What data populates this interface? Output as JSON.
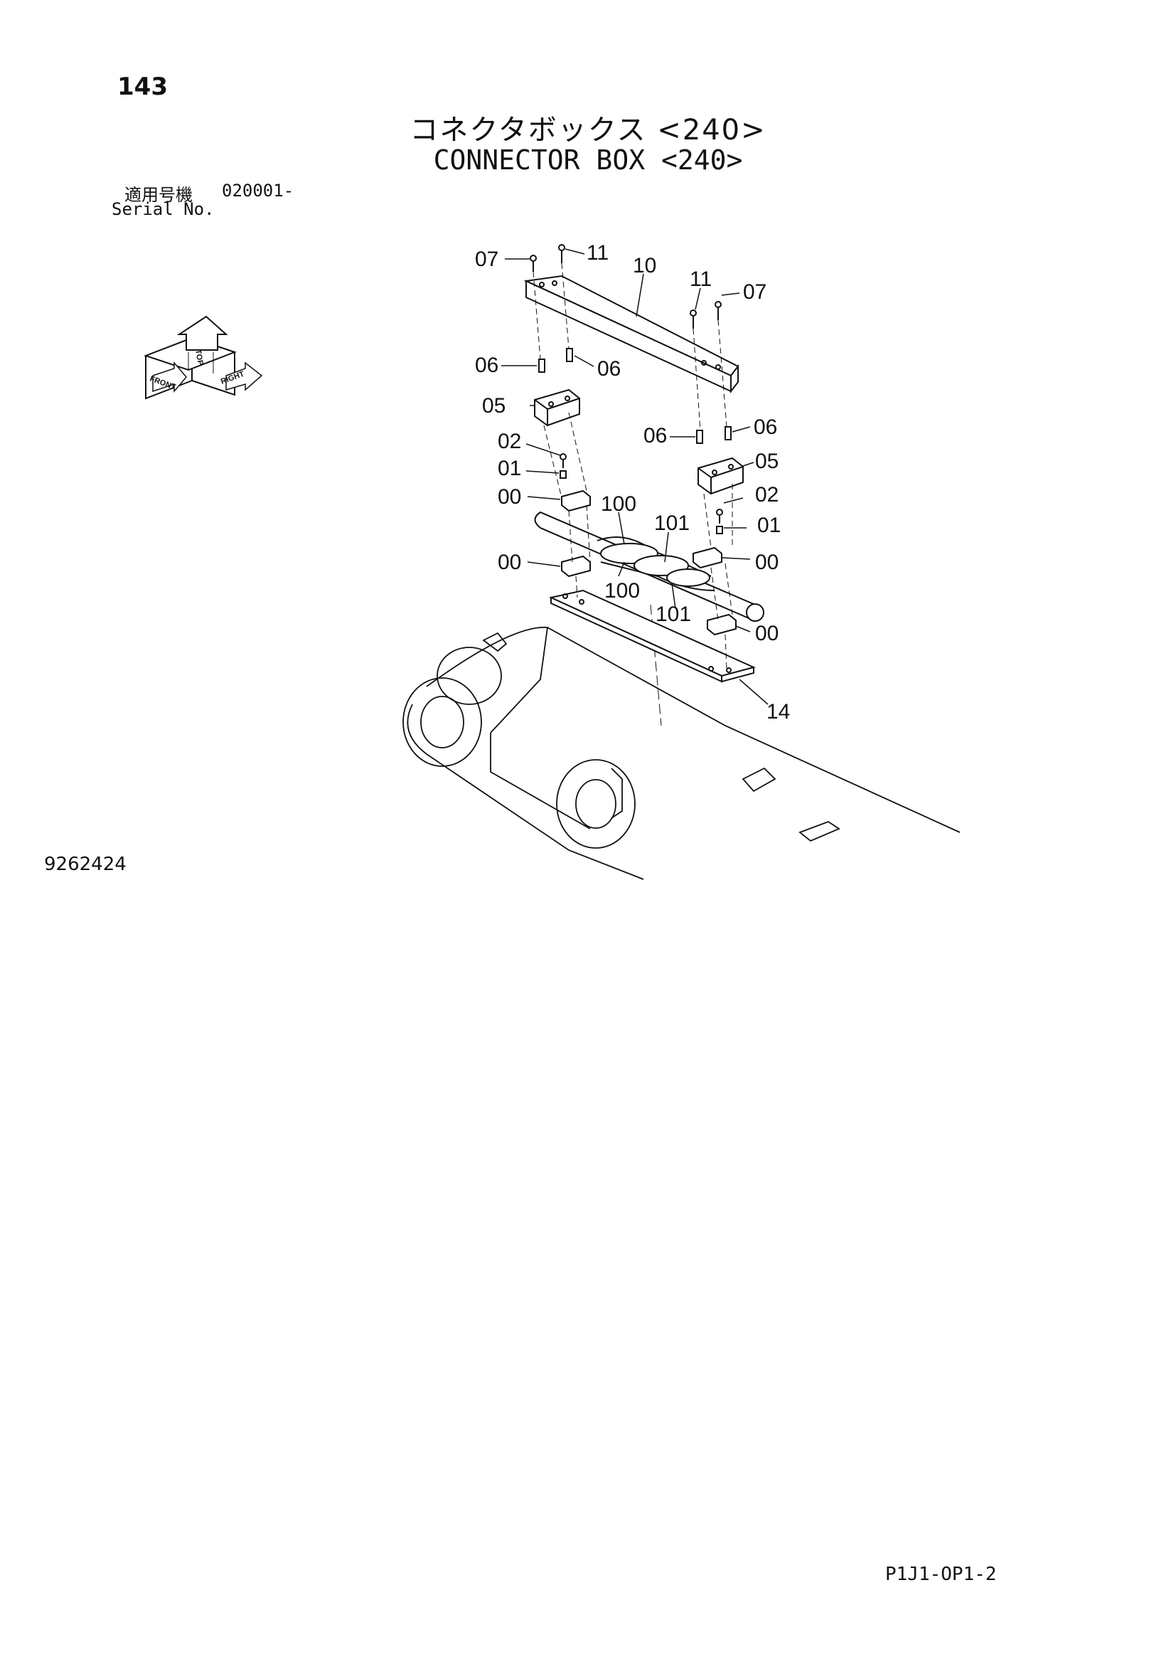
{
  "page_number": "143",
  "title_ja": "コネクタボックス <240>",
  "title_en": "CONNECTOR BOX <240>",
  "serial": {
    "label_ja": "適用号機",
    "value": "020001-",
    "label_en": "Serial No."
  },
  "drawing_number": "9262424",
  "page_code": "P1J1-OP1-2",
  "orientation_labels": {
    "top": "TOP",
    "front": "FRONT",
    "right": "RIGHT"
  },
  "callouts": {
    "c07a": "07",
    "c11a": "11",
    "c10": "10",
    "c11b": "11",
    "c07b": "07",
    "c06a": "06",
    "c06b": "06",
    "c05a": "05",
    "c06c": "06",
    "c06d": "06",
    "c02a": "02",
    "c05b": "05",
    "c01a": "01",
    "c00a": "00",
    "c100a": "100",
    "c02b": "02",
    "c101a": "101",
    "c01b": "01",
    "c00b": "00",
    "c00c": "00",
    "c100b": "100",
    "c101b": "101",
    "c00d": "00",
    "c14": "14"
  }
}
